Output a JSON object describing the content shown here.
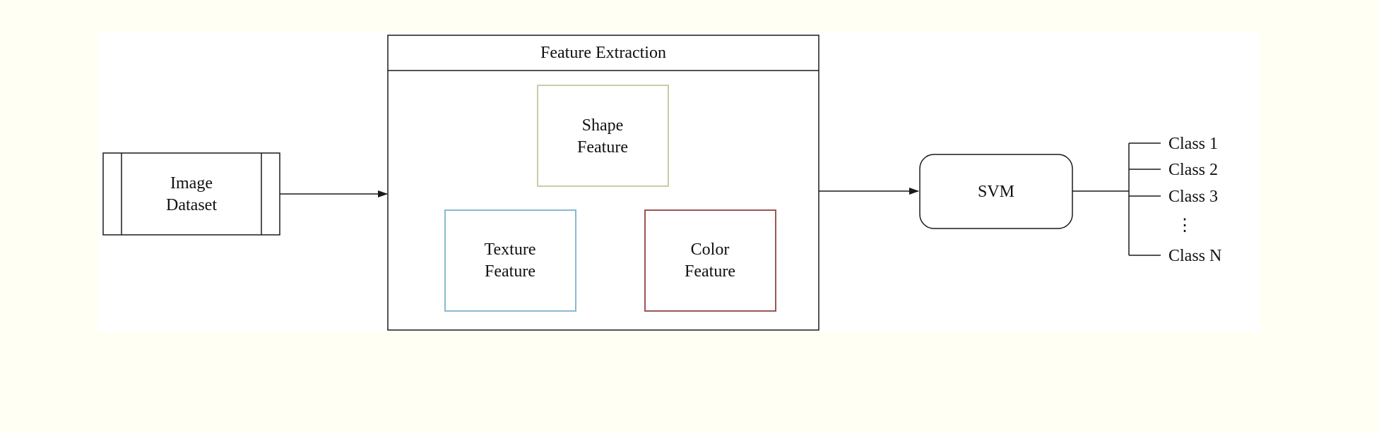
{
  "diagram": {
    "input": {
      "line1": "Image",
      "line2": "Dataset"
    },
    "feature_extraction": {
      "title": "Feature Extraction",
      "shape": {
        "line1": "Shape",
        "line2": "Feature"
      },
      "texture": {
        "line1": "Texture",
        "line2": "Feature"
      },
      "color": {
        "line1": "Color",
        "line2": "Feature"
      }
    },
    "classifier": {
      "label": "SVM"
    },
    "outputs": {
      "class1": "Class 1",
      "class2": "Class 2",
      "class3": "Class 3",
      "ellipsis": "⋮",
      "classN": "Class N"
    },
    "colors": {
      "background": "#fffff4",
      "panel": "#ffffff",
      "shape_border": "#c9cca8",
      "texture_border": "#8ab8d0",
      "color_border": "#9a5656",
      "stroke": "#1a1a1a"
    }
  }
}
